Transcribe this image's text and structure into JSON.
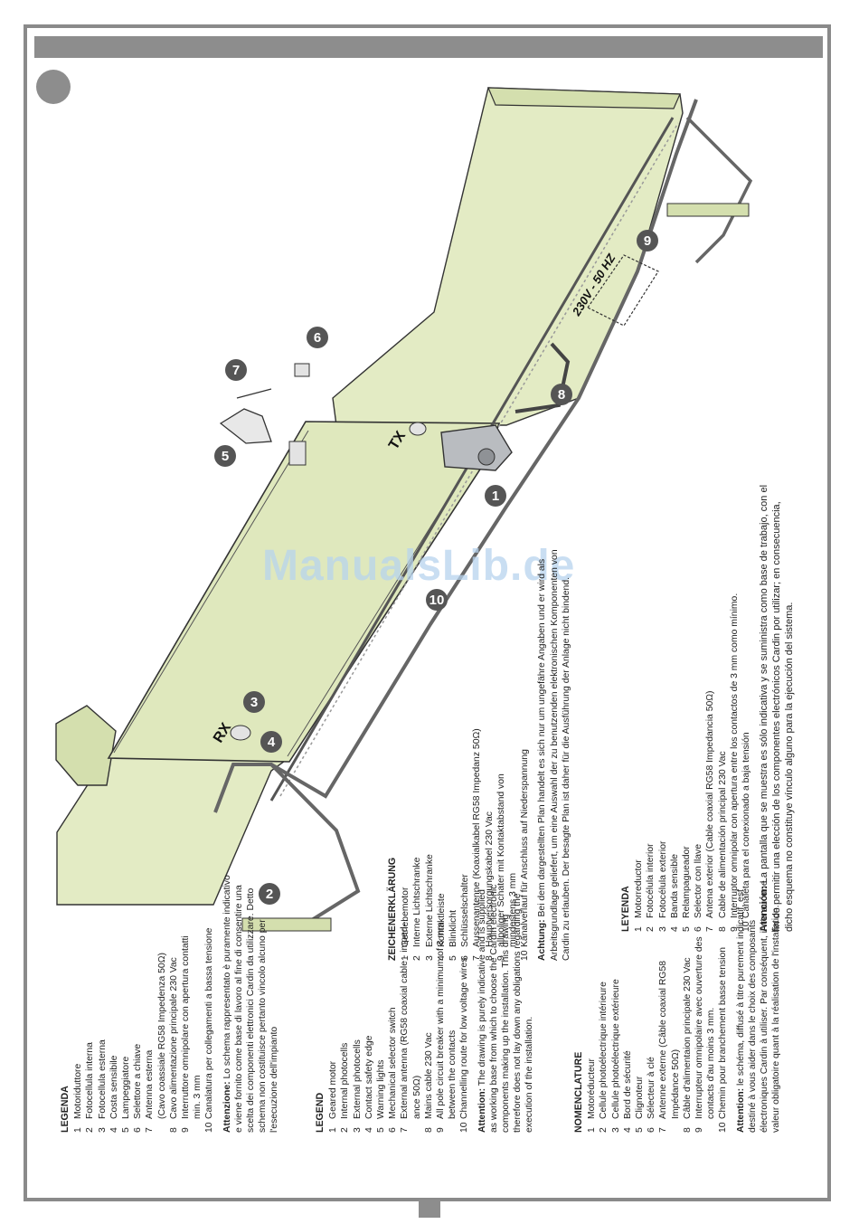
{
  "watermark": "ManualsLib.de",
  "labels": {
    "rx": "RX",
    "tx": "TX",
    "supply": "230V - 50 HZ"
  },
  "callouts": [
    "1",
    "2",
    "3",
    "4",
    "5",
    "6",
    "7",
    "8",
    "9",
    "10"
  ],
  "it": {
    "title": "LEGENDA",
    "items": [
      {
        "n": "1",
        "t": "Motoriduttore"
      },
      {
        "n": "2",
        "t": "Fotocellula interna"
      },
      {
        "n": "3",
        "t": "Fotocellula esterna"
      },
      {
        "n": "4",
        "t": "Costa sensibile"
      },
      {
        "n": "5",
        "t": "Lampeggiatore"
      },
      {
        "n": "6",
        "t": "Selettore a chiave"
      },
      {
        "n": "7",
        "t": "Antenna esterna"
      },
      {
        "n": "",
        "t": "(Cavo coassiale RG58 Impedenza 50Ω)"
      },
      {
        "n": "8",
        "t": "Cavo alimentazione principale 230 Vac"
      },
      {
        "n": "9",
        "t": "Interruttore omnipolare con apertura contatti"
      },
      {
        "n": "",
        "t": "min. 3 mm"
      },
      {
        "n": "10",
        "t": "Canalatura per collegamenti a bassa tensione"
      }
    ],
    "note_label": "Attenzione:",
    "note": "Lo schema rappresentato è puramente indicativo e viene fornito come base di lavoro al fine di consentire una scelta dei componenti elettronici Cardin da utilizzare. Detto schema non costituisce pertanto vincolo alcuno per l'esecuzione dell'impianto"
  },
  "en": {
    "title": "LEGEND",
    "items": [
      {
        "n": "1",
        "t": "Geared motor"
      },
      {
        "n": "2",
        "t": "Internal photocells"
      },
      {
        "n": "3",
        "t": "External photocells"
      },
      {
        "n": "4",
        "t": "Contact safety edge"
      },
      {
        "n": "5",
        "t": "Warning lights"
      },
      {
        "n": "6",
        "t": "Mechanical selector switch"
      },
      {
        "n": "7",
        "t": "External antenna (RG58 coaxial cable - imped-"
      },
      {
        "n": "",
        "t": "ance 50Ω)"
      },
      {
        "n": "8",
        "t": "Mains cable 230 Vac"
      },
      {
        "n": "9",
        "t": "All pole circuit breaker with a minimum of 3 mm"
      },
      {
        "n": "",
        "t": "between the contacts"
      },
      {
        "n": "10",
        "t": "Channelling route for low voltage wires"
      }
    ],
    "note_label": "Attention:",
    "note": "The drawing is purely indicative and is supplied as working base from which to choose the Cardin electronic components making up the installation. This drawing therefore does not lay down any obligations regarding the execution of the installation."
  },
  "fr": {
    "title": "NOMENCLATURE",
    "items": [
      {
        "n": "1",
        "t": "Motoréducteur"
      },
      {
        "n": "2",
        "t": "Cellule photoélectrique intérieure"
      },
      {
        "n": "3",
        "t": "Cellule photoélectrique extérieure"
      },
      {
        "n": "4",
        "t": "Bord de sécurité"
      },
      {
        "n": "5",
        "t": "Clignoteur"
      },
      {
        "n": "6",
        "t": "Sélecteur à clé"
      },
      {
        "n": "7",
        "t": "Antenne externe (Câble coaxial RG58"
      },
      {
        "n": "",
        "t": "Impédance 50Ω)"
      },
      {
        "n": "8",
        "t": "Câble d'alimentaion principale 230 Vac"
      },
      {
        "n": "9",
        "t": "Interrupteur omnipolaire avec ouverture des"
      },
      {
        "n": "",
        "t": "contacts d'au moins 3 mm."
      },
      {
        "n": "10",
        "t": "Chemin pour branchement basse tension"
      }
    ],
    "note_label": "Attention:",
    "note": "le schéma, diffusé à titre purement indicatif, est destiné à vous aider dans le choix des composants électroniques Cardin à utiliser. Par conséquent, il n'a aucune valeur obligatoire quant à la réalisation de l'installation."
  },
  "de": {
    "title": "ZEICHENERKLÄRUNG",
    "items": [
      {
        "n": "1",
        "t": "Getriebemotor"
      },
      {
        "n": "2",
        "t": "Interne Lichtschranke"
      },
      {
        "n": "3",
        "t": "Externe Lichtschranke"
      },
      {
        "n": "4",
        "t": "Kontaktleiste"
      },
      {
        "n": "5",
        "t": "Blinklicht"
      },
      {
        "n": "6",
        "t": "Schlüsselschalter"
      },
      {
        "n": "7",
        "t": "Aussenantenne (Koaxialkabel RG58 Impedanz 50Ω)"
      },
      {
        "n": "8",
        "t": "Hauptversorgungskabel 230 Vac"
      },
      {
        "n": "9",
        "t": "allpoliger Schater mit Kontaktabstand von"
      },
      {
        "n": "",
        "t": "mindestens 3 mm"
      },
      {
        "n": "10",
        "t": "Kanalverlauf für Anschluss auf Niederspannung"
      }
    ],
    "note_label": "Achtung:",
    "note": "Bei dem dargestellten Plan handelt es sich nur um ungefähre Angaben und er wird als Arbeitsgrundlage geliefert, um eine Auswahl der zu benutzenden elektronischen Komponenten von Cardin zu erlauben. Der besagte Plan ist daher für die Ausführung der Anlage nicht bindend."
  },
  "es": {
    "title": "LEYENDA",
    "items": [
      {
        "n": "1",
        "t": "Motorreductor"
      },
      {
        "n": "2",
        "t": "Fotocélula interior"
      },
      {
        "n": "3",
        "t": "Fotocélula exterior"
      },
      {
        "n": "4",
        "t": "Banda sensible"
      },
      {
        "n": "5",
        "t": "Relampagueador"
      },
      {
        "n": "6",
        "t": "Selector con llave"
      },
      {
        "n": "7",
        "t": "Antena exterior (Cable coaxial RG58 Impedancia 50Ω)"
      },
      {
        "n": "8",
        "t": "Cable de alimentación principal 230 Vac"
      },
      {
        "n": "9",
        "t": "Interruptor omnipolar con apertura entre los contactos de 3 mm como mínimo."
      },
      {
        "n": "10",
        "t": "Canaleta para el conexionado a baja tensión"
      }
    ],
    "note_label": "Atención:",
    "note": "La pantalla que se muestra es sólo indicativa y se suministra como base de trabajo, con el fin de permitir una elección de los componentes electrónicos Cardin por utilizar; en consecuencia, dicho esquema no constituye vínculo alguno para la ejecución del sistema."
  }
}
